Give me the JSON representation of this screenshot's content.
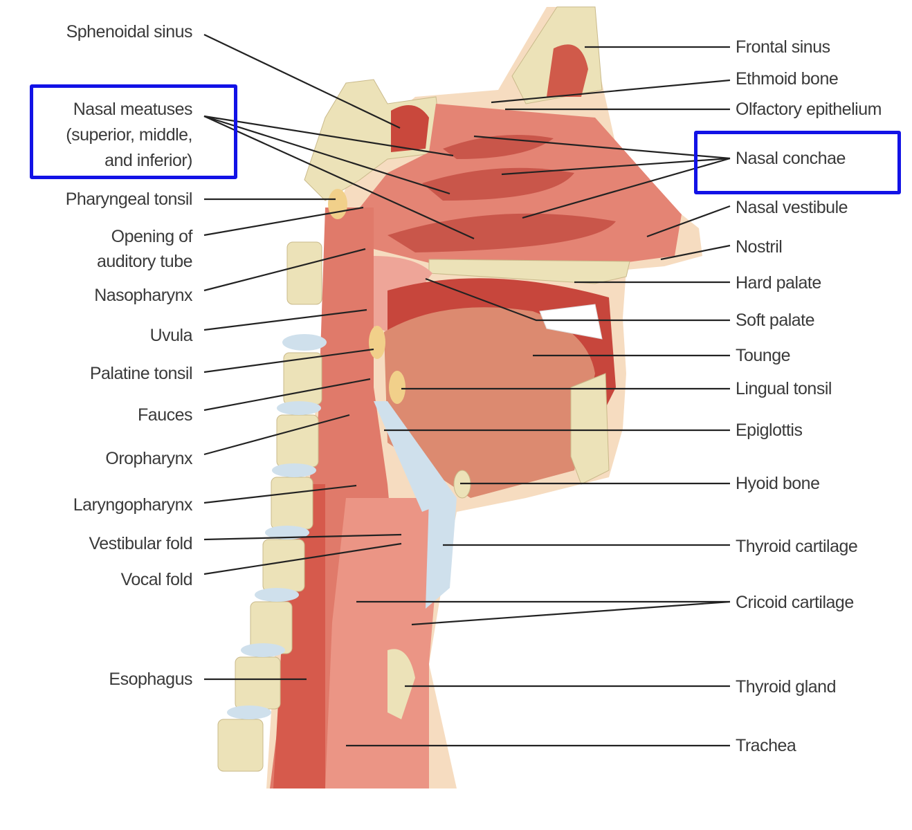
{
  "left_labels": [
    {
      "text": "Sphenoidal sinus"
    },
    {
      "text": "Nasal meatuses\n(superior, middle,\nand inferior)"
    },
    {
      "text": "Pharyngeal tonsil"
    },
    {
      "text": "Opening of\nauditory tube"
    },
    {
      "text": "Nasopharynx"
    },
    {
      "text": "Uvula"
    },
    {
      "text": "Palatine tonsil"
    },
    {
      "text": "Fauces"
    },
    {
      "text": "Oropharynx"
    },
    {
      "text": "Laryngopharynx"
    },
    {
      "text": "Vestibular fold"
    },
    {
      "text": "Vocal fold"
    },
    {
      "text": "Esophagus"
    }
  ],
  "right_labels": [
    {
      "text": "Frontal sinus"
    },
    {
      "text": "Ethmoid bone"
    },
    {
      "text": "Olfactory epithelium"
    },
    {
      "text": "Nasal conchae"
    },
    {
      "text": "Nasal vestibule"
    },
    {
      "text": "Nostril"
    },
    {
      "text": "Hard palate"
    },
    {
      "text": "Soft palate"
    },
    {
      "text": "Tounge"
    },
    {
      "text": "Lingual tonsil"
    },
    {
      "text": "Epiglottis"
    },
    {
      "text": "Hyoid bone"
    },
    {
      "text": "Thyroid cartilage"
    },
    {
      "text": "Cricoid cartilage"
    },
    {
      "text": "Thyroid gland"
    },
    {
      "text": "Trachea"
    }
  ],
  "highlights": [
    "Nasal meatuses",
    "Nasal conchae"
  ],
  "colors": {
    "highlight_box": "#1212e6",
    "tissue": "#e07a6a",
    "bone": "#ece2b8",
    "cartilage": "#cfe0ec",
    "skin": "#f6dcc0"
  }
}
